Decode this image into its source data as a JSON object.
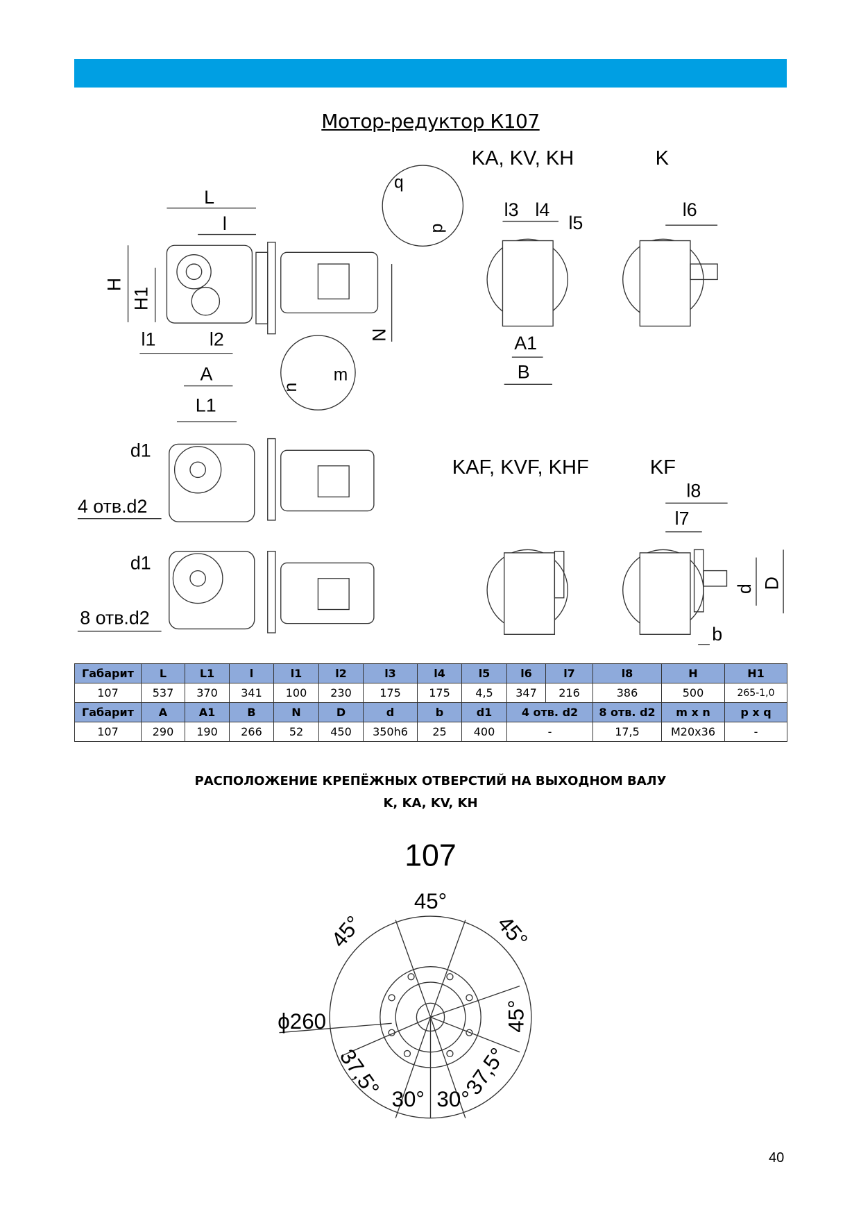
{
  "header": {
    "bar_color": "#009fe3",
    "title": "Мотор-редуктор К107"
  },
  "drawing_labels": {
    "variant_ka": "KA, KV, KH",
    "variant_k": "K",
    "variant_kaf": "KAF, KVF, KHF",
    "variant_kf": "KF",
    "L": "L",
    "l": "l",
    "H": "H",
    "H1": "H1",
    "l1": "l1",
    "l2": "l2",
    "A": "A",
    "L1": "L1",
    "N": "N",
    "q": "q",
    "p": "p",
    "n": "n",
    "m": "m",
    "l3": "l3",
    "l4": "l4",
    "l5": "l5",
    "l6": "l6",
    "A1": "A1",
    "B": "B",
    "l7": "l7",
    "l8": "l8",
    "d": "d",
    "D": "D",
    "b": "b",
    "d1_top": "d1",
    "d1_bottom": "d1",
    "holes4": "4 отв.d2",
    "holes8": "8 отв.d2"
  },
  "table": {
    "row1_headers": [
      "Габарит",
      "L",
      "L1",
      "l",
      "l1",
      "l2",
      "l3",
      "l4",
      "l5",
      "l6",
      "l7",
      "l8",
      "H",
      "H1"
    ],
    "row1_values": [
      "107",
      "537",
      "370",
      "341",
      "100",
      "230",
      "175",
      "175",
      "4,5",
      "347",
      "216",
      "386",
      "500",
      "265-1,0"
    ],
    "row2_headers": [
      "Габарит",
      "A",
      "A1",
      "B",
      "N",
      "D",
      "d",
      "b",
      "d1",
      "4 отв. d2",
      "8 отв. d2",
      "m x n",
      "p x q"
    ],
    "row2_values": [
      "107",
      "290",
      "190",
      "266",
      "52",
      "450",
      "350h6",
      "25",
      "400",
      "-",
      "17,5",
      "M20x36",
      "-"
    ]
  },
  "section": {
    "heading": "РАСПОЛОЖЕНИЕ КРЕПЁЖНЫХ ОТВЕРСТИЙ НА ВЫХОДНОМ ВАЛУ",
    "subheading": "K, KA, KV, KH",
    "size": "107",
    "angles": {
      "top": "45°",
      "top_left": "45°",
      "top_right": "45°",
      "right": "45°",
      "bl1": "37,5°",
      "bl2": "30°",
      "br1": "30°",
      "br2": "37,5°"
    },
    "diameter": "ϕ260"
  },
  "page_number": "40"
}
